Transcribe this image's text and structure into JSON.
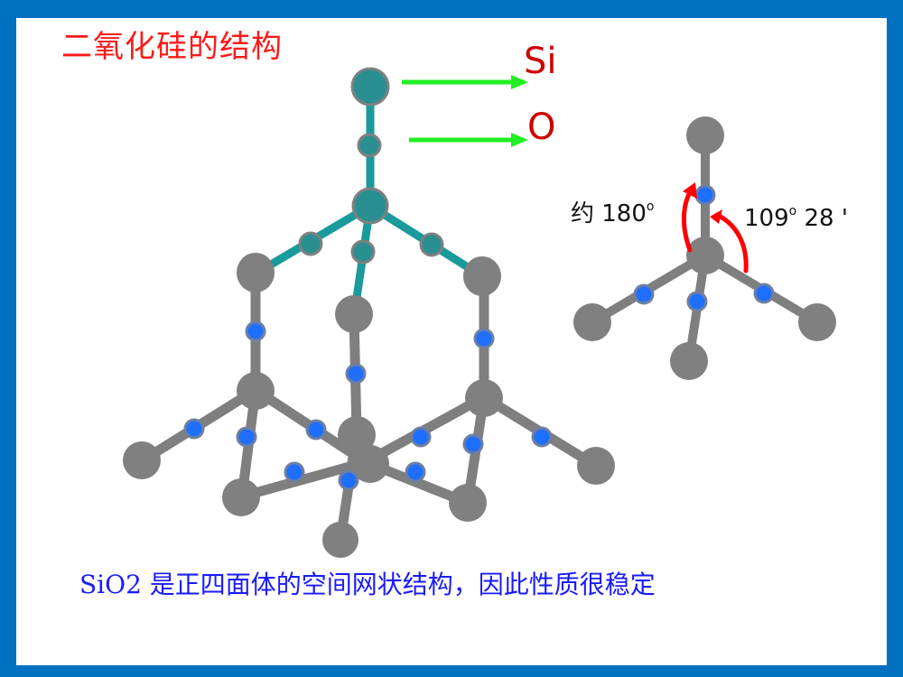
{
  "slide": {
    "title": "二氧化硅的结构",
    "caption": "SiO2 是正四面体的空间网状结构，因此性质很稳定",
    "legend": {
      "si_label": "Si",
      "o_label": "O",
      "arrow_color": "#22ee22",
      "label_color": "#cc0000"
    },
    "angles": {
      "linear_prefix": "约 180",
      "linear_degree": "o",
      "tetra_deg": "109",
      "tetra_degree": "o",
      "tetra_min": " 28 '"
    },
    "colors": {
      "border": "#0070C0",
      "si_atom": "#808080",
      "o_atom": "#1f6fff",
      "highlight": "#1a9a9a",
      "bond": "#7f7f7f",
      "angle_arrow": "#ff0000",
      "title": "#ff1a1a",
      "caption": "#1a1aff"
    }
  }
}
